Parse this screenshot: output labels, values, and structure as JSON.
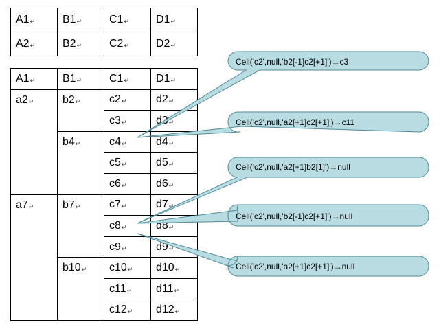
{
  "top_table": {
    "rows": [
      [
        "A1",
        "B1",
        "C1",
        "D1"
      ],
      [
        "A2",
        "B2",
        "C2",
        "D2"
      ]
    ]
  },
  "main_table": {
    "header": [
      "A1",
      "B1",
      "C1",
      "D1"
    ],
    "a_values": [
      "a2",
      "a7"
    ],
    "b_values": [
      "b2",
      "b4",
      "b7",
      "b10"
    ],
    "c_values": [
      "c2",
      "c3",
      "c4",
      "c5",
      "c6",
      "c7",
      "c8",
      "c9",
      "c10",
      "c11",
      "c12"
    ],
    "d_values": [
      "d2",
      "d3",
      "d4",
      "d5",
      "d6",
      "d7",
      "d8",
      "d9",
      "d10",
      "d11",
      "d12"
    ]
  },
  "return_mark": "↵",
  "callouts": [
    {
      "text": "Cell('c2',null,'b2[-1]c2[+1]')→c3"
    },
    {
      "text": "Cell('c2',null,'a2[+1]c2[+1]')→c11"
    },
    {
      "text": "Cell('c2',null,'a2[+1]b2[1]')→null"
    },
    {
      "text": "Cell('c2',null,'b2[-1]c2[+1]')→null"
    },
    {
      "text": "Cell('c2',null,'a2[+1]c2[+1]')→null"
    }
  ],
  "colors": {
    "callout_fill": "#b9dce3",
    "callout_stroke": "#4d8c99",
    "line": "#000000"
  }
}
